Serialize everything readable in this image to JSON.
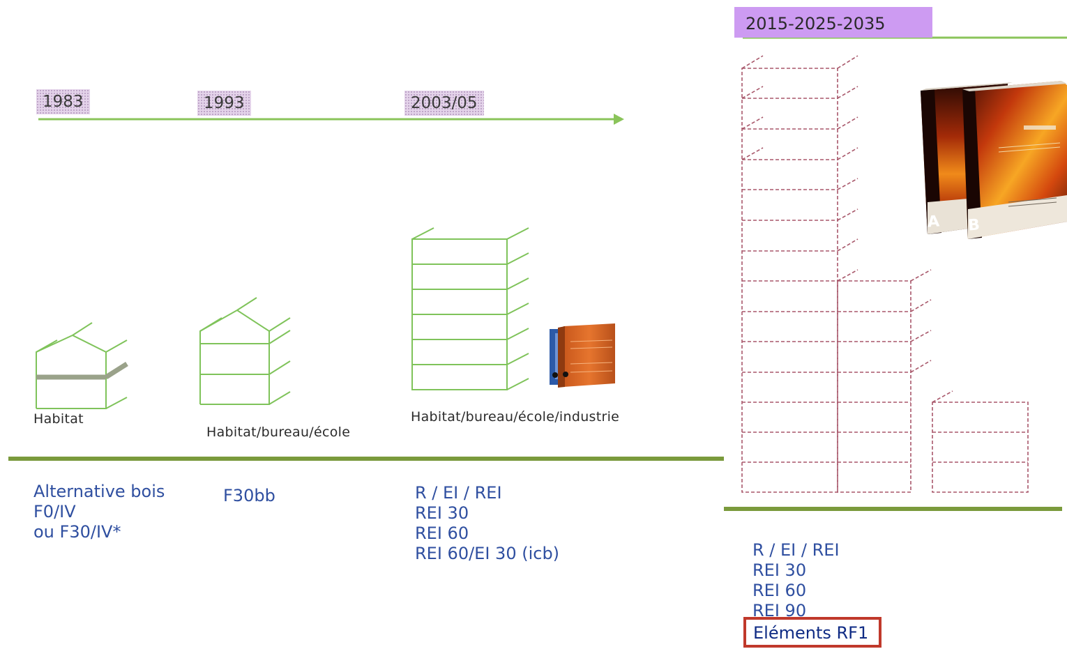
{
  "timeline": {
    "years": [
      "1983",
      "1993",
      "2003/05"
    ],
    "period": "2015-2025-2035"
  },
  "captions": {
    "c1983": "Habitat",
    "c1993": "Habitat/bureau/école",
    "c2003": "Habitat/bureau/école/industrie"
  },
  "requirements": {
    "r1983": [
      "Alternative bois",
      "F0/IV",
      "ou F30/IV*"
    ],
    "r1993": [
      "F30bb"
    ],
    "r2003": [
      "R / EI / REI",
      "REI 30",
      "REI 60",
      "REI 60/EI 30 (icb)"
    ],
    "r2015": [
      "R / EI / REI",
      "REI 30",
      "REI 60",
      "REI 90"
    ],
    "r2015_highlight": "Eléments RF1"
  },
  "books": {
    "binder_a_letter": "A",
    "binder_b_letter": "B"
  },
  "colors": {
    "green_line": "#8ac45a",
    "building_green": "#7fc35a",
    "divider_olive": "#7a9a3c",
    "dashed_building": "#a8576a",
    "requirement_text": "#2f4fa0",
    "highlight_border": "#c0392b",
    "period_badge": "#cd9bf2"
  }
}
